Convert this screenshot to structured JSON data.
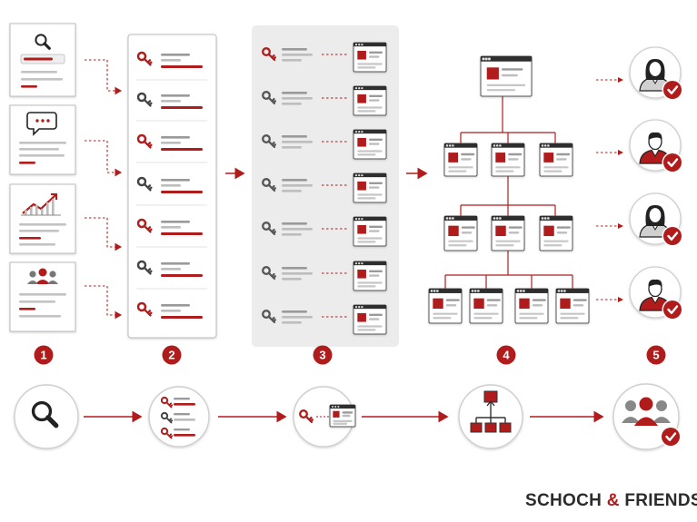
{
  "colors": {
    "accent": "#b01c1c",
    "dark": "#3a3a3a",
    "line_gray": "#c9c9c9",
    "panel_gray": "#ececec",
    "card_border": "#bdbdbd"
  },
  "steps": [
    {
      "number": "1",
      "icon": "search-icon"
    },
    {
      "number": "2",
      "icon": "key-list-icon"
    },
    {
      "number": "3",
      "icon": "key-to-page-icon"
    },
    {
      "number": "4",
      "icon": "hierarchy-icon"
    },
    {
      "number": "5",
      "icon": "team-check-icon"
    }
  ],
  "sources": [
    {
      "icon": "search-icon"
    },
    {
      "icon": "chat-icon"
    },
    {
      "icon": "growth-chart-icon"
    },
    {
      "icon": "people-icon"
    }
  ],
  "keys": {
    "count": 7
  },
  "pages": {
    "count": 7
  },
  "users": [
    {
      "icon": "woman-avatar-icon"
    },
    {
      "icon": "man-avatar-icon"
    },
    {
      "icon": "woman-avatar-icon"
    },
    {
      "icon": "man-avatar-icon"
    }
  ],
  "brand": {
    "part1": "SCHOCH ",
    "amp": "&",
    "part2": " FRIENDS"
  }
}
